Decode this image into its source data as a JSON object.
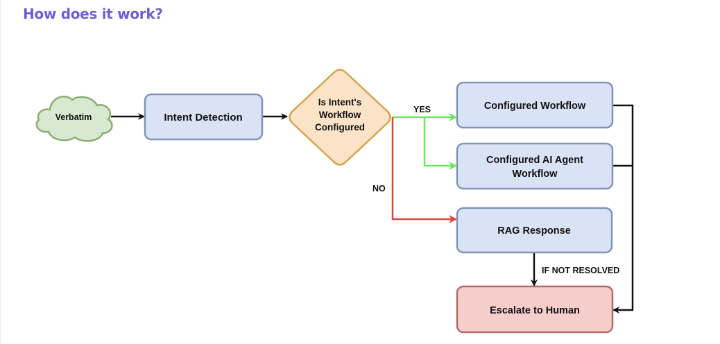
{
  "page": {
    "title": "How does it work?"
  },
  "colors": {
    "title": "#6c5fd3",
    "process_fill": "#dae3f6",
    "process_stroke": "#7f93bb",
    "decision_fill": "#fbe3c8",
    "decision_stroke": "#d2a550",
    "cloud_fill": "#d8e9d1",
    "cloud_stroke": "#8aad74",
    "escalate_fill": "#f5cdcb",
    "escalate_stroke": "#b36a68",
    "yes_edge": "#6ee85a",
    "no_edge": "#e0473a",
    "default_edge": "#111111"
  },
  "diagram": {
    "nodes": {
      "verbatim": {
        "label": "Verbatim",
        "shape": "cloud"
      },
      "intent_detection": {
        "label": "Intent Detection",
        "shape": "rounded-rect"
      },
      "decision": {
        "lines": [
          "Is Intent's",
          "Workflow",
          "Configured"
        ],
        "shape": "diamond"
      },
      "configured_workflow": {
        "label": "Configured Workflow",
        "shape": "rounded-rect"
      },
      "ai_agent_workflow": {
        "lines": [
          "Configured AI Agent",
          "Workflow"
        ],
        "shape": "rounded-rect"
      },
      "rag_response": {
        "label": "RAG Response",
        "shape": "rounded-rect"
      },
      "escalate": {
        "label": "Escalate to Human",
        "shape": "rounded-rect"
      }
    },
    "edges": [
      {
        "from": "verbatim",
        "to": "intent_detection",
        "label": ""
      },
      {
        "from": "intent_detection",
        "to": "decision",
        "label": ""
      },
      {
        "from": "decision",
        "to": "configured_workflow",
        "label": "YES"
      },
      {
        "from": "decision",
        "to": "ai_agent_workflow",
        "label": ""
      },
      {
        "from": "decision",
        "to": "rag_response",
        "label": "NO"
      },
      {
        "from": "rag_response",
        "to": "escalate",
        "label": "IF NOT RESOLVED"
      },
      {
        "from": "configured_workflow",
        "to": "escalate",
        "label": ""
      },
      {
        "from": "ai_agent_workflow",
        "to": "escalate",
        "label": ""
      }
    ],
    "edge_labels": {
      "yes": "YES",
      "no": "NO",
      "if_not_resolved": "IF NOT RESOLVED"
    }
  }
}
